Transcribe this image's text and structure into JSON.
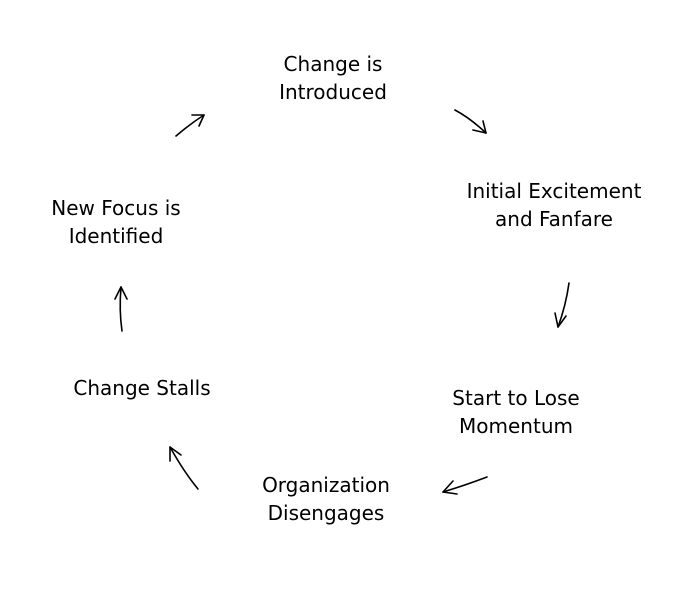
{
  "diagram": {
    "nodes": [
      {
        "id": "change-introduced",
        "lines": [
          "Change is",
          "Introduced"
        ]
      },
      {
        "id": "initial-excitement",
        "lines": [
          "Initial Excitement",
          "and Fanfare"
        ]
      },
      {
        "id": "lose-momentum",
        "lines": [
          "Start to Lose",
          "Momentum"
        ]
      },
      {
        "id": "org-disengages",
        "lines": [
          "Organization",
          "Disengages"
        ]
      },
      {
        "id": "change-stalls",
        "lines": [
          "Change Stalls"
        ]
      },
      {
        "id": "new-focus",
        "lines": [
          "New Focus is",
          "Identified"
        ]
      }
    ],
    "edges": [
      {
        "from": "change-introduced",
        "to": "initial-excitement"
      },
      {
        "from": "initial-excitement",
        "to": "lose-momentum"
      },
      {
        "from": "lose-momentum",
        "to": "org-disengages"
      },
      {
        "from": "org-disengages",
        "to": "change-stalls"
      },
      {
        "from": "change-stalls",
        "to": "new-focus"
      },
      {
        "from": "new-focus",
        "to": "change-introduced"
      }
    ]
  }
}
